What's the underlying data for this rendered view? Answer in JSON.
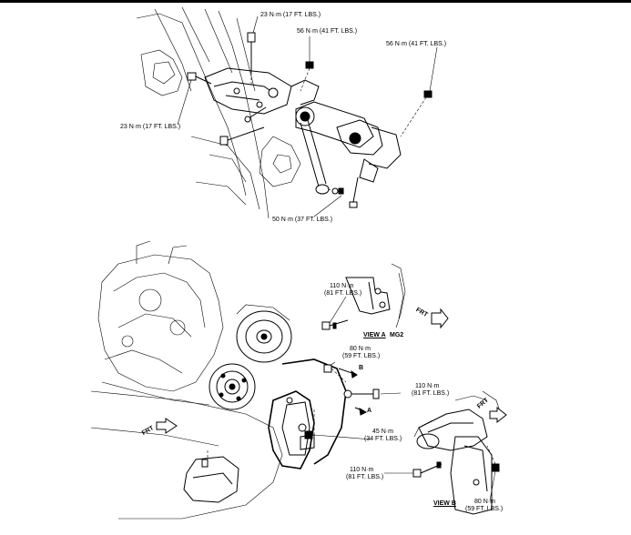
{
  "top_view": {
    "labels": [
      {
        "id": "t1",
        "text": "23 N·m (17 FT. LBS.)"
      },
      {
        "id": "t2",
        "text": "56 N·m (41 FT. LBS.)"
      },
      {
        "id": "t3",
        "text": "56 N·m (41 FT. LBS.)"
      },
      {
        "id": "t4",
        "text": "23 N·m (17 FT. LBS.)"
      },
      {
        "id": "t5",
        "text": "50 N·m (37 FT. LBS.)"
      }
    ]
  },
  "bottom_view": {
    "labels": [
      {
        "id": "b1a",
        "text": "110 N·m"
      },
      {
        "id": "b1b",
        "text": "(81 FT. LBS.)"
      },
      {
        "id": "b2a",
        "text": "80 N·m"
      },
      {
        "id": "b2b",
        "text": "(59 FT. LBS.)"
      },
      {
        "id": "b3a",
        "text": "110 N·m"
      },
      {
        "id": "b3b",
        "text": "(81 FT. LBS.)"
      },
      {
        "id": "b4a",
        "text": "45 N·m"
      },
      {
        "id": "b4b",
        "text": "(34 FT. LBS.)"
      },
      {
        "id": "b5a",
        "text": "110 N·m"
      },
      {
        "id": "b5b",
        "text": "(81 FT. LBS.)"
      },
      {
        "id": "b6a",
        "text": "80 N·m"
      },
      {
        "id": "b6b",
        "text": "(59 FT. LBS.)"
      }
    ],
    "view_a_title": "VIEW A",
    "view_a_code": "MG2",
    "view_b_title": "VIEW B",
    "callout_a": "A",
    "callout_b": "B",
    "frt_labels": [
      "FRT",
      "FRT",
      "FRT"
    ]
  }
}
